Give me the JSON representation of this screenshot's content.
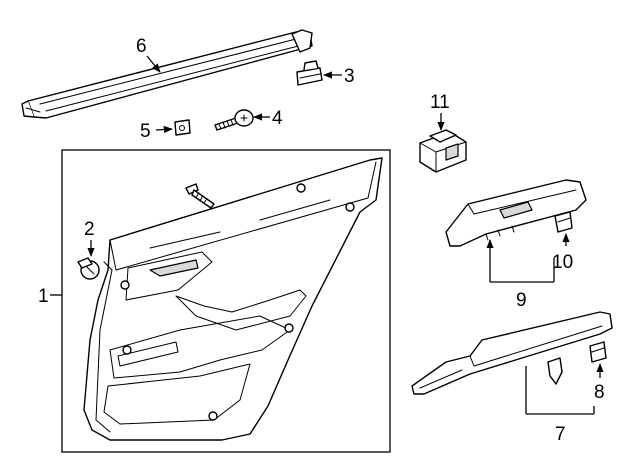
{
  "callouts": {
    "c1": "1",
    "c2": "2",
    "c3": "3",
    "c4": "4",
    "c5": "5",
    "c6": "6",
    "c7": "7",
    "c8": "8",
    "c9": "9",
    "c10": "10",
    "c11": "11"
  },
  "parts": [
    {
      "callout": "1",
      "icon": "door-trim-panel-icon"
    },
    {
      "callout": "2",
      "icon": "push-clip-icon"
    },
    {
      "callout": "3",
      "icon": "clip-icon"
    },
    {
      "callout": "4",
      "icon": "screw-icon"
    },
    {
      "callout": "5",
      "icon": "retainer-clip-icon"
    },
    {
      "callout": "6",
      "icon": "belt-weatherstrip-icon"
    },
    {
      "callout": "7",
      "icon": "armrest-trim-icon"
    },
    {
      "callout": "8",
      "icon": "clip-icon"
    },
    {
      "callout": "9",
      "icon": "switch-bezel-icon"
    },
    {
      "callout": "10",
      "icon": "clip-icon"
    },
    {
      "callout": "11",
      "icon": "window-switch-icon"
    }
  ]
}
